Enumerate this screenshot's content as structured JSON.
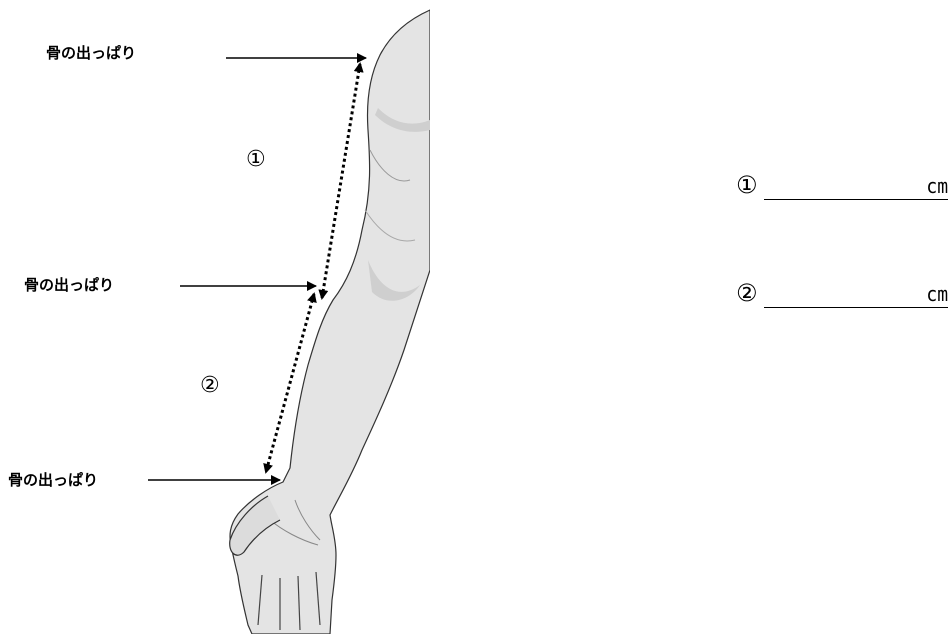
{
  "landmarks": [
    {
      "id": "shoulder",
      "label": "骨の出っぱり"
    },
    {
      "id": "elbow",
      "label": "骨の出っぱり"
    },
    {
      "id": "wrist",
      "label": "骨の出っぱり"
    }
  ],
  "segments": [
    {
      "id": "upper-arm",
      "label": "①"
    },
    {
      "id": "forearm",
      "label": "②"
    }
  ],
  "answers": [
    {
      "label": "①",
      "unit": "cm"
    },
    {
      "label": "②",
      "unit": "cm"
    }
  ]
}
